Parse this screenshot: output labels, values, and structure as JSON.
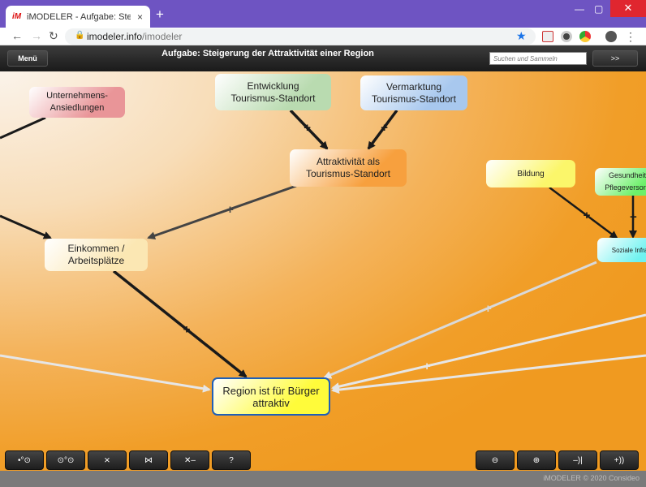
{
  "browser": {
    "tab_logo": "iM",
    "tab_title": "iMODELER - Aufgabe: Steigerung",
    "tab_close": "×",
    "new_tab": "+",
    "win_min": "—",
    "win_max": "▢",
    "win_close": "✕",
    "url_host": "imodeler.info",
    "url_path": "/imodeler"
  },
  "app": {
    "menu_label": "Menü",
    "title": "Aufgabe: Steigerung der Attraktivität einer Region",
    "search_placeholder": "Suchen und Sammeln",
    "next_label": ">>",
    "copyright": "iMODELER © 2020 Consideo"
  },
  "nodes": [
    {
      "id": "unternehmens",
      "label": "Unternehmens-\nAnsiedlungen",
      "color": "#e99598"
    },
    {
      "id": "entwicklung",
      "label": "Entwicklung\nTourismus-Standort",
      "color": "#b9dbb0"
    },
    {
      "id": "vermarktung",
      "label": "Vermarktung\nTourismus-Standort",
      "color": "#a8c8ee"
    },
    {
      "id": "attraktivitaet",
      "label": "Attraktivität als\nTourismus-Standort",
      "color": "#f7a03e"
    },
    {
      "id": "einkommen",
      "label": "Einkommen /\nArbeitsplätze",
      "color": "#fbe7b3"
    },
    {
      "id": "bildung",
      "label": "Bildung",
      "color": "#fbf66a"
    },
    {
      "id": "gesundheit",
      "label": "Gesundheit\nPflegeversorg",
      "color": "#6cf06a"
    },
    {
      "id": "soziale",
      "label": "Soziale Infra",
      "color": "#6ff2f0"
    },
    {
      "id": "region",
      "label": "Region ist für Bürger\nattraktiv",
      "color": "#fffb3a"
    }
  ],
  "edge_sign": "+",
  "toolbar": {
    "left": [
      {
        "name": "link-in-button",
        "label": "•°⊙"
      },
      {
        "name": "link-out-button",
        "label": "⊙°⊙"
      },
      {
        "name": "cross-view-button",
        "label": "⨯"
      },
      {
        "name": "network-view-button",
        "label": "⋈"
      },
      {
        "name": "minus-view-button",
        "label": "✕–"
      },
      {
        "name": "help-button",
        "label": "?"
      }
    ],
    "right": [
      {
        "name": "zoom-out-button",
        "label": "⊖"
      },
      {
        "name": "zoom-in-button",
        "label": "⊕"
      },
      {
        "name": "collapse-button",
        "label": "–)|"
      },
      {
        "name": "expand-button",
        "label": "+))"
      }
    ]
  }
}
